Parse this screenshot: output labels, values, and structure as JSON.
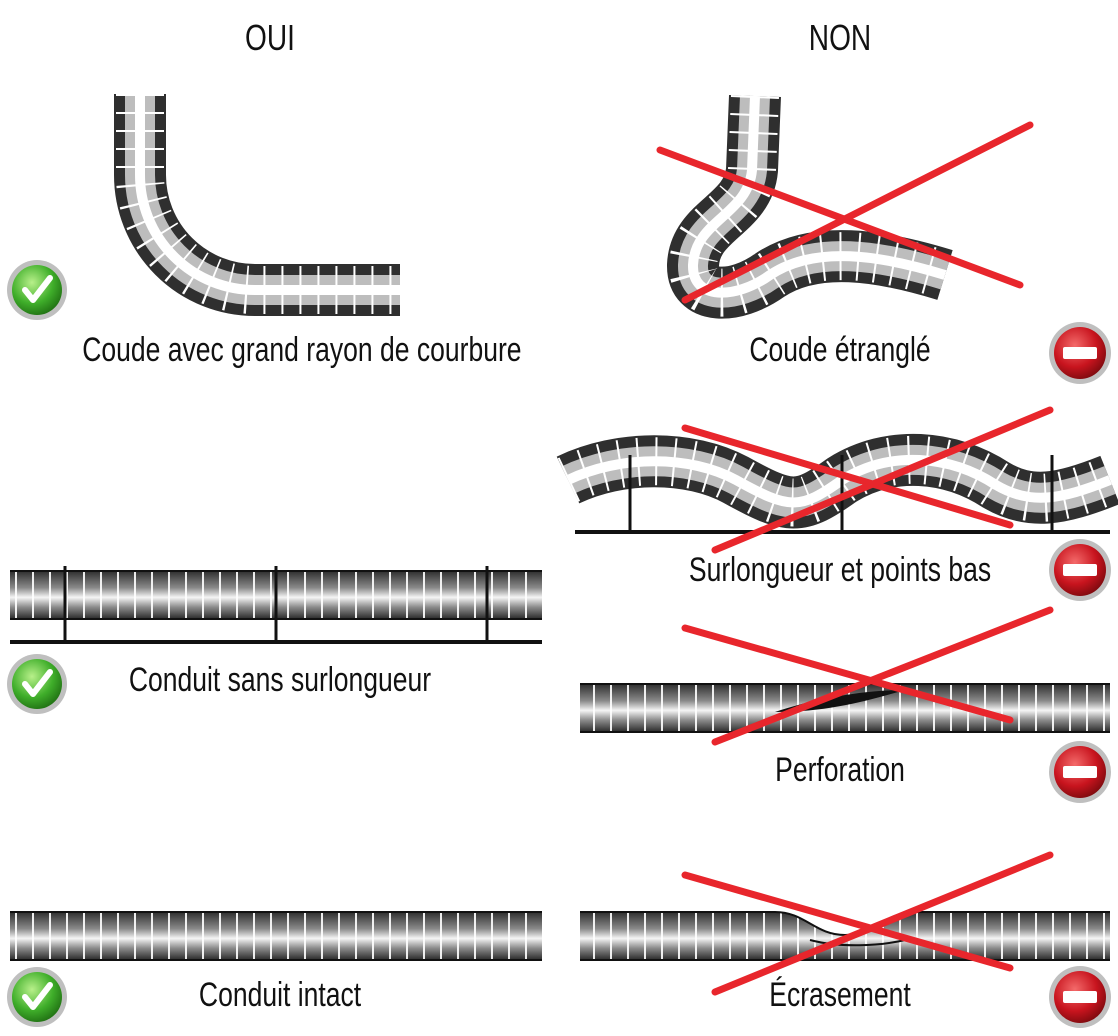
{
  "headers": {
    "yes": "OUI",
    "no": "NON"
  },
  "yes_cases": [
    {
      "label": "Coude avec grand rayon de courbure",
      "icon": "check-icon"
    },
    {
      "label": "Conduit sans surlongueur",
      "icon": "check-icon"
    },
    {
      "label": "Conduit intact",
      "icon": "check-icon"
    }
  ],
  "no_cases": [
    {
      "label": "Coude étranglé",
      "icon": "no-entry-icon"
    },
    {
      "label": "Surlongueur et points bas",
      "icon": "no-entry-icon"
    },
    {
      "label": "Perforation",
      "icon": "no-entry-icon"
    },
    {
      "label": "Écrasement",
      "icon": "no-entry-icon"
    }
  ],
  "colors": {
    "ok_green": "#3fae2a",
    "stop_red": "#c8141e",
    "cross_red": "#e8262c",
    "tube_dark": "#3a3a3a",
    "tube_light": "#f4f4f4"
  }
}
